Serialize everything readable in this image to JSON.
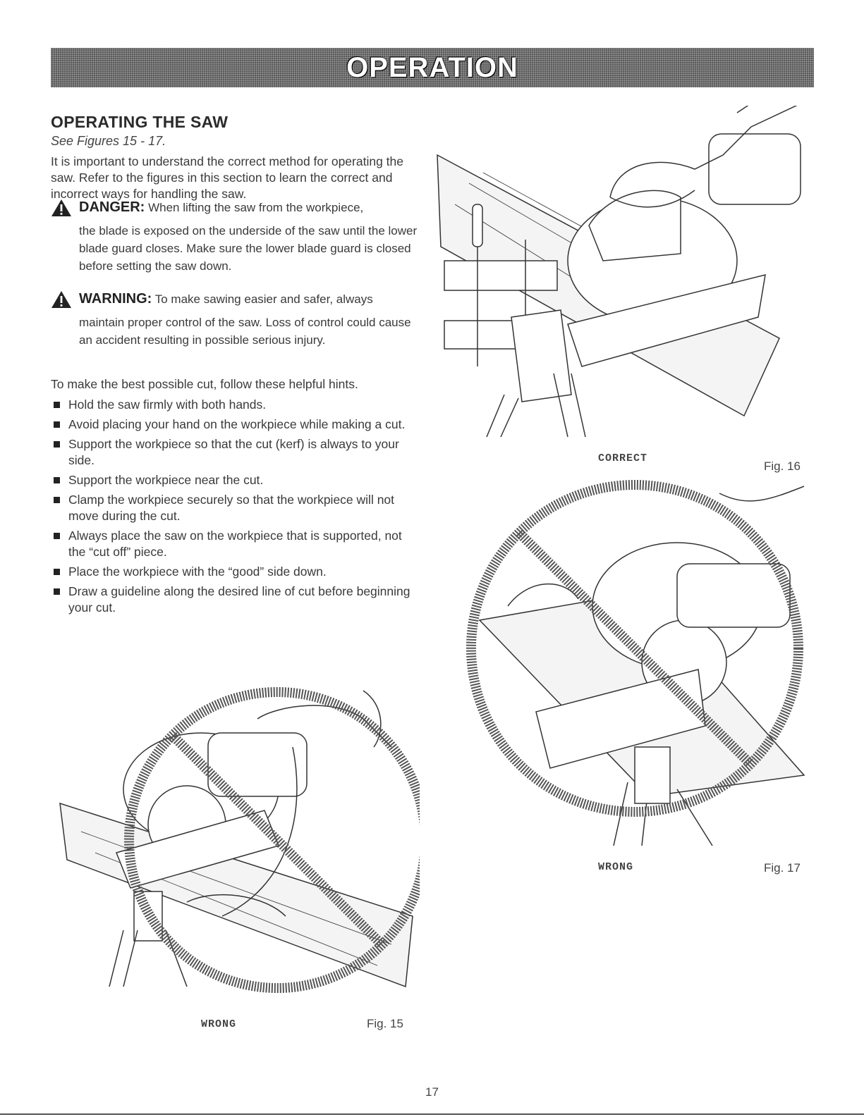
{
  "banner": {
    "title": "OPERATION"
  },
  "section": {
    "title": "OPERATING THE SAW",
    "subref": "See Figures 15 - 17.",
    "intro": "It is important to understand the correct method for operating the saw. Refer to the figures in this section to learn the correct and incorrect ways for handling the saw."
  },
  "danger": {
    "icon": "warning-triangle-icon",
    "keyword": "DANGER:",
    "first_line": "When lifting the saw from the workpiece,",
    "body": "the blade is exposed on the underside of the saw until the lower blade guard closes. Make sure the lower blade guard is closed before setting the saw down."
  },
  "warning": {
    "icon": "warning-triangle-icon",
    "keyword": "WARNING:",
    "first_line": "To make sawing easier and safer, always",
    "body": "maintain proper control of the saw. Loss of control could cause an accident resulting in possible serious injury."
  },
  "hints": {
    "lead": "To make the best possible cut, follow these helpful hints.",
    "items": [
      "Hold the saw firmly with both hands.",
      "Avoid placing your hand on the workpiece while making a cut.",
      "Support the workpiece so that the cut (kerf) is always to your side.",
      "Support the workpiece near the cut.",
      "Clamp the workpiece securely so that the workpiece will not move during the cut.",
      "Always place the saw on the workpiece that is supported, not the “cut off” piece.",
      "Place the workpiece with the “good” side down.",
      "Draw a guideline along the desired line of cut before beginning your cut."
    ]
  },
  "figures": {
    "fig16": {
      "status": "CORRECT",
      "label": "Fig. 16"
    },
    "fig17": {
      "status": "WRONG",
      "label": "Fig. 17"
    },
    "fig15": {
      "status": "WRONG",
      "label": "Fig. 15"
    }
  },
  "page": {
    "number": "17"
  }
}
